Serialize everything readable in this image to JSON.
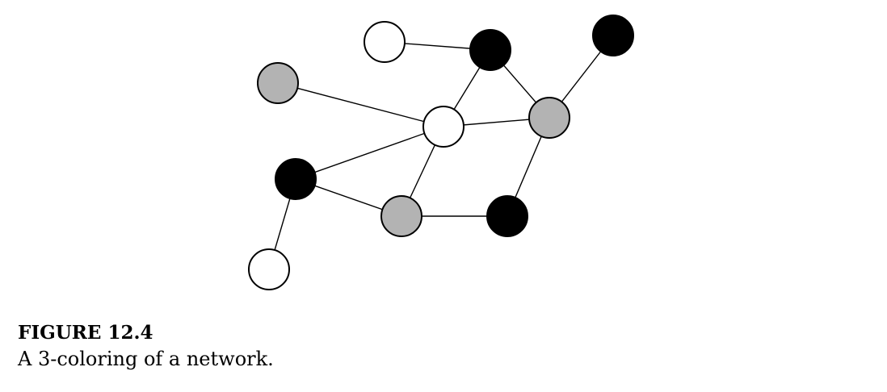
{
  "figure": {
    "title": "FIGURE 12.4",
    "caption": "A 3-coloring of a network."
  },
  "colors": {
    "white": "#ffffff",
    "gray": "#b3b3b3",
    "black": "#000000",
    "stroke": "#000000"
  },
  "graph": {
    "nodes": [
      {
        "id": "n1",
        "color": "white"
      },
      {
        "id": "n2",
        "color": "black"
      },
      {
        "id": "n3",
        "color": "black"
      },
      {
        "id": "n4",
        "color": "gray"
      },
      {
        "id": "n5",
        "color": "white"
      },
      {
        "id": "n6",
        "color": "gray"
      },
      {
        "id": "n7",
        "color": "black"
      },
      {
        "id": "n8",
        "color": "gray"
      },
      {
        "id": "n9",
        "color": "black"
      },
      {
        "id": "n10",
        "color": "white"
      }
    ],
    "edges": [
      [
        "n1",
        "n2"
      ],
      [
        "n2",
        "n5"
      ],
      [
        "n2",
        "n6"
      ],
      [
        "n3",
        "n6"
      ],
      [
        "n4",
        "n5"
      ],
      [
        "n5",
        "n6"
      ],
      [
        "n5",
        "n7"
      ],
      [
        "n5",
        "n8"
      ],
      [
        "n6",
        "n9"
      ],
      [
        "n7",
        "n8"
      ],
      [
        "n8",
        "n9"
      ],
      [
        "n7",
        "n10"
      ]
    ]
  }
}
